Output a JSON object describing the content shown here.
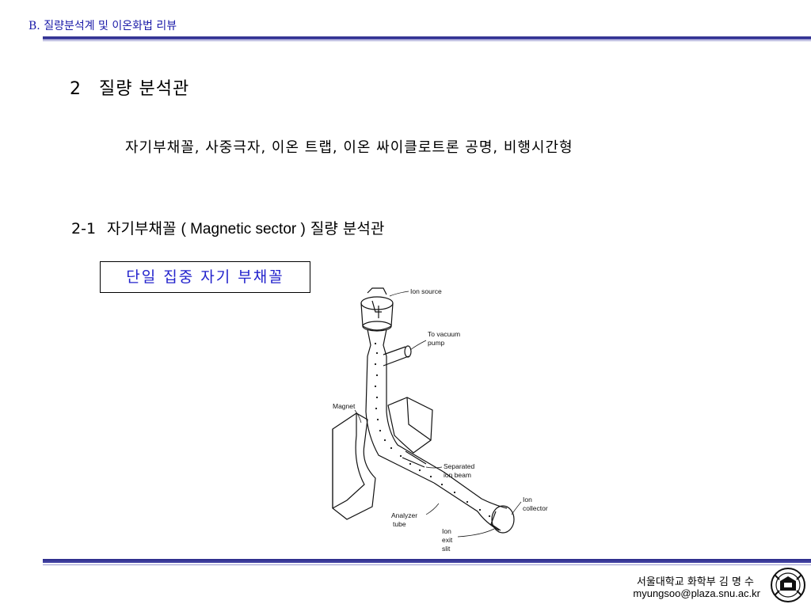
{
  "header": {
    "title": "B. 질량분석계 및 이온화법 리뷰"
  },
  "section": {
    "number": "2",
    "title": "질량 분석관"
  },
  "subtitle": "자기부채꼴, 사중극자, 이온 트랩, 이온 싸이클로트론 공명, 비행시간형",
  "subsection": {
    "number": "2-1",
    "title_ko": "자기부채꼴",
    "title_en": "( Magnetic sector )",
    "title_suffix": "질량 분석관"
  },
  "box_label": "단일 집중 자기 부채꼴",
  "figure": {
    "labels": {
      "ion_source": "Ion source",
      "vacuum_1": "To vacuum",
      "vacuum_2": "pump",
      "magnet": "Magnet",
      "separated_1": "Separated",
      "separated_2": "ion beam",
      "collector_1": "Ion",
      "collector_2": "collector",
      "analyzer_1": "Analyzer",
      "analyzer_2": "tube",
      "exit_1": "Ion",
      "exit_2": "exit",
      "exit_3": "slit"
    }
  },
  "footer": {
    "name": "서울대학교 화학부 김 명 수",
    "email": "myungsoo@plaza.snu.ac.kr"
  },
  "colors": {
    "header_text": "#1a1aa8",
    "rule": "#2a2a8a",
    "box_text": "#2222cc"
  }
}
